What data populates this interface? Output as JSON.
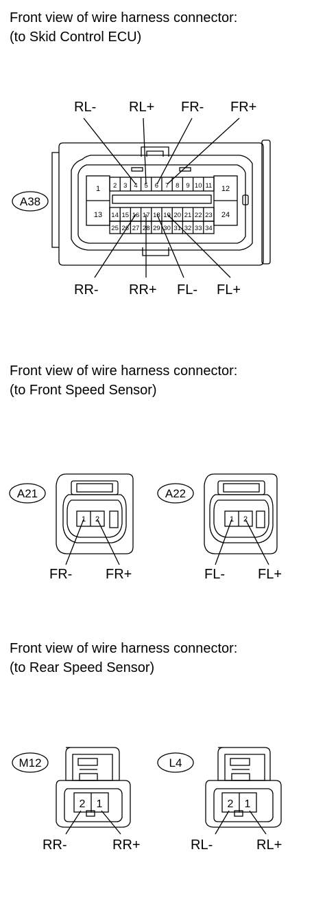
{
  "sections": [
    {
      "heading_line1": "Front view of wire harness connector:",
      "heading_line2": "(to Skid Control ECU)",
      "connector_id": "A38",
      "top_labels": [
        "RL-",
        "RL+",
        "FR-",
        "FR+"
      ],
      "bottom_labels": [
        "RR-",
        "RR+",
        "FL-",
        "FL+"
      ],
      "pins": {
        "left_top": "1",
        "left_bottom": "13",
        "right_top": "12",
        "right_bottom": "24",
        "row1": [
          "2",
          "3",
          "4",
          "5",
          "6",
          "7",
          "8",
          "9",
          "10",
          "11"
        ],
        "row2": [
          "14",
          "15",
          "16",
          "17",
          "18",
          "19",
          "20",
          "21",
          "22",
          "23"
        ],
        "row3": [
          "25",
          "26",
          "27",
          "28",
          "29",
          "30",
          "31",
          "32",
          "33",
          "34"
        ]
      }
    },
    {
      "heading_line1": "Front view of wire harness connector:",
      "heading_line2": "(to Front Speed Sensor)",
      "connectors": [
        {
          "id": "A21",
          "pins": [
            "1",
            "2"
          ],
          "labels": [
            "FR-",
            "FR+"
          ]
        },
        {
          "id": "A22",
          "pins": [
            "1",
            "2"
          ],
          "labels": [
            "FL-",
            "FL+"
          ]
        }
      ]
    },
    {
      "heading_line1": "Front view of wire harness connector:",
      "heading_line2": "(to Rear Speed Sensor)",
      "connectors": [
        {
          "id": "M12",
          "pins": [
            "2",
            "1"
          ],
          "labels": [
            "RR-",
            "RR+"
          ]
        },
        {
          "id": "L4",
          "pins": [
            "2",
            "1"
          ],
          "labels": [
            "RL-",
            "RL+"
          ]
        }
      ]
    }
  ]
}
